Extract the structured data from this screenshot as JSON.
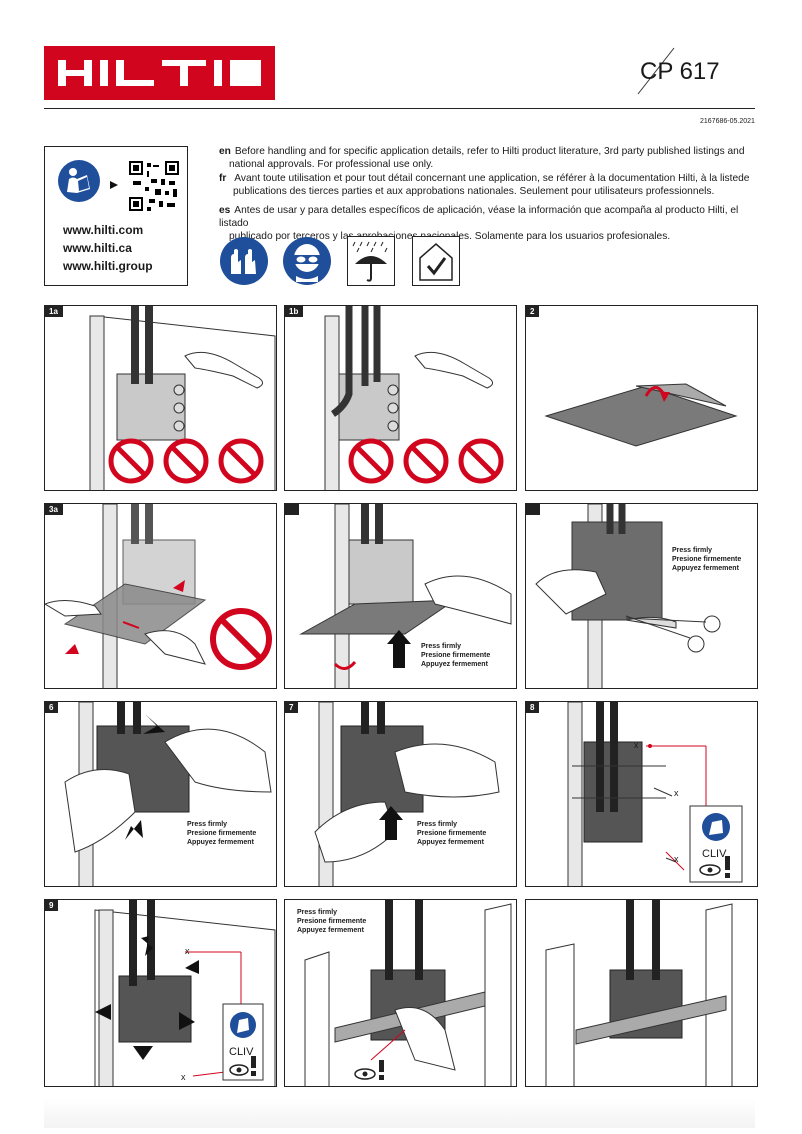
{
  "brand": {
    "logo_text": "HILTI",
    "color": "#d2051e"
  },
  "header": {
    "model": "CP 617",
    "doc_number": "2167686-05.2021"
  },
  "info_box": {
    "urls": [
      "www.hilti.com",
      "www.hilti.ca",
      "www.hilti.group"
    ]
  },
  "instructions": [
    {
      "lang": "en",
      "line1": "Before handling and for specific application details, refer to Hilti product literature, 3rd party published listings and",
      "line2": "national approvals. For professional use only."
    },
    {
      "lang": "fr",
      "line1": "Avant toute utilisation et pour tout détail concernant une application, se référer à la documentation Hilti, à la listede",
      "line2": "publications des tierces parties et aux approbations nationales. Seulement pour utilisateurs professionnels."
    },
    {
      "lang": "es",
      "line1": "Antes de usar y para detalles específicos de aplicación, véase la información que acompaña al producto Hilti, el listado",
      "line2": "publicado por terceros y las aprobaciones nacionales. Solamente para los usuarios profesionales."
    }
  ],
  "safety_icons": [
    "gloves-icon",
    "goggles-icon",
    "keep-dry-icon",
    "indoor-use-icon"
  ],
  "press": {
    "en": "Press firmly",
    "es": "Presione firmemente",
    "fr": "Appuyez fermement"
  },
  "steps": [
    {
      "label": "1a"
    },
    {
      "label": "1b"
    },
    {
      "label": "2"
    },
    {
      "label": "3a"
    },
    {
      "label": ""
    },
    {
      "label": ""
    },
    {
      "label": "6"
    },
    {
      "label": "7"
    },
    {
      "label": "8"
    },
    {
      "label": "9"
    },
    {
      "label": ""
    },
    {
      "label": ""
    }
  ],
  "dim_marker": "x",
  "cliv": "CLIV"
}
